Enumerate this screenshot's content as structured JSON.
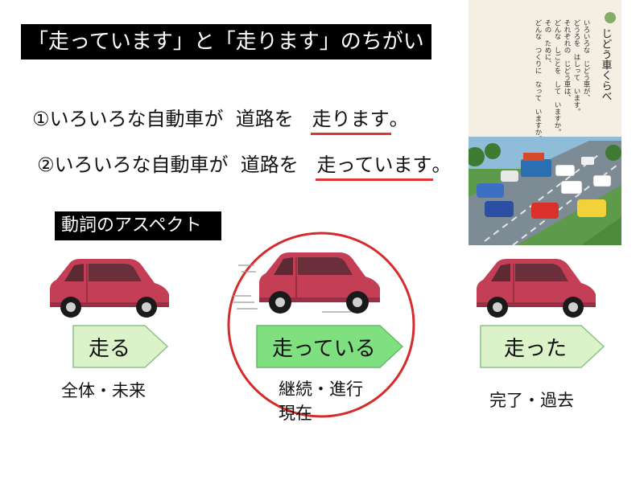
{
  "title": "「走っています」と「走ります」のちがい",
  "sentences": [
    {
      "number": "①",
      "subject": "いろいろな自動車が",
      "object": "道路を",
      "verb": "走ります",
      "end": "。"
    },
    {
      "number": "②",
      "subject": "いろいろな自動車が",
      "object": "道路を",
      "verb": "走っています",
      "end": "。"
    }
  ],
  "aspect_label": "動詞のアスペクト",
  "textbook": {
    "title": "じどう車くらべ",
    "lines": [
      "いろいろな　じどう車が、",
      "どうろを　はしって　います。",
      "それぞれの　じどう車は、",
      "どんな　しごとを　して　いますか。",
      "その　ために、",
      "どんな　つくりに　なって　いますか。"
    ]
  },
  "forms": [
    {
      "label": "走る",
      "caption_lines": [
        "全体・未来"
      ]
    },
    {
      "label": "走っている",
      "caption_lines": [
        "継続・進行",
        "現在"
      ]
    },
    {
      "label": "走った",
      "caption_lines": [
        "完了・過去"
      ]
    }
  ],
  "colors": {
    "car_body": "#c43f55",
    "arrow_fill_light": "#dcf2c8",
    "arrow_fill_active": "#7fe07f",
    "arrow_stroke": "#8cc08c",
    "circle": "#d62b2b",
    "underline": "#e03535"
  }
}
